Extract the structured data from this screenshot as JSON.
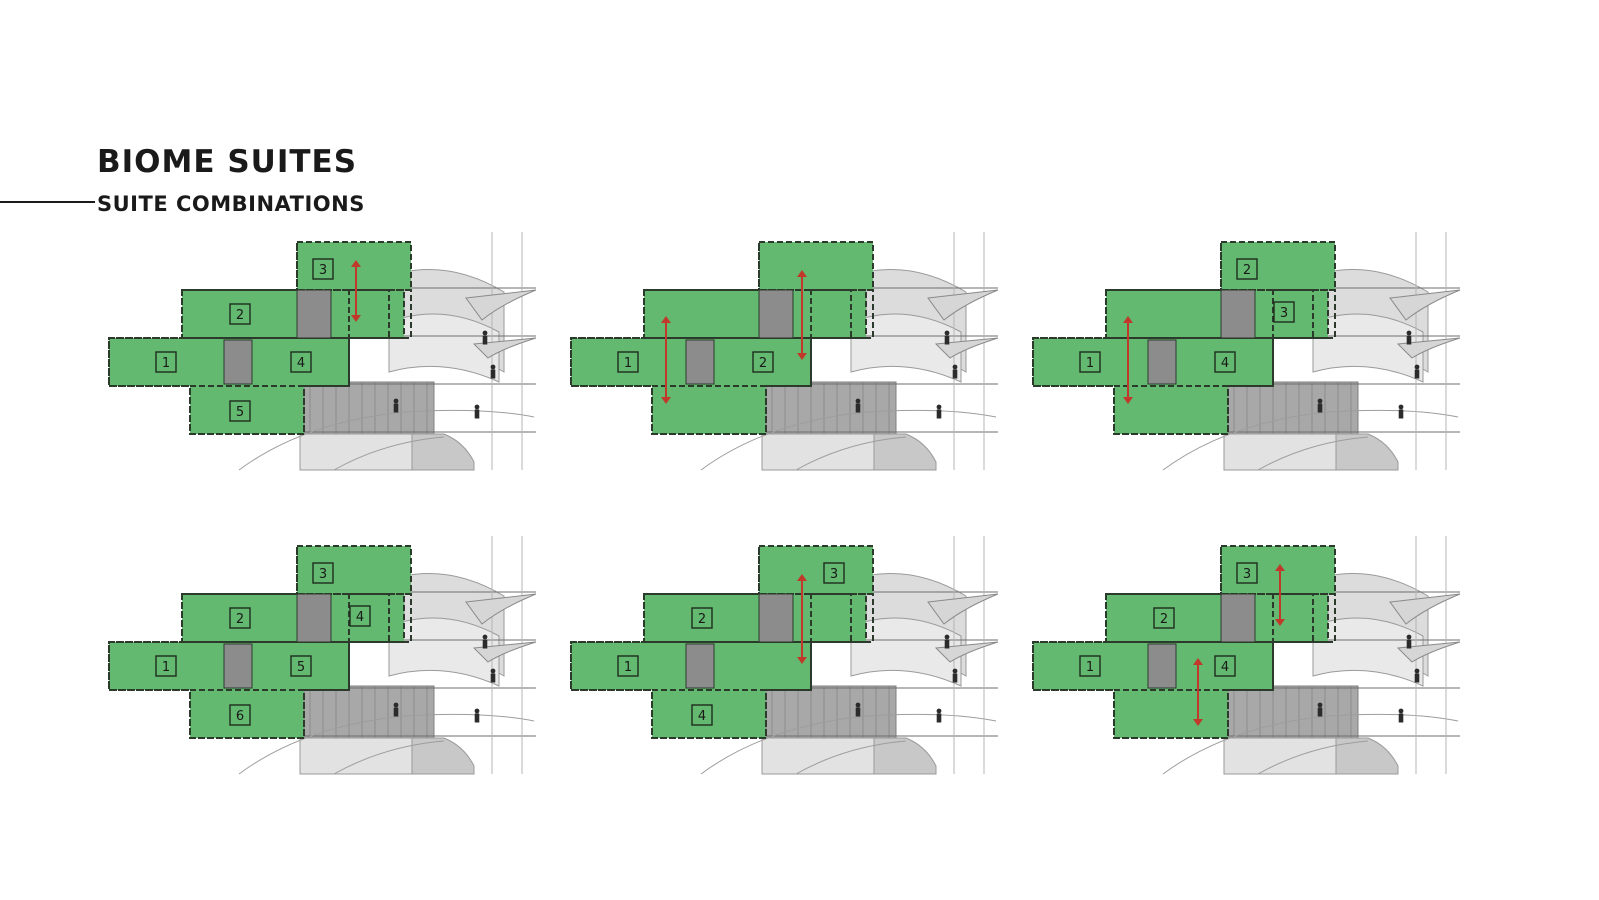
{
  "header": {
    "title": "BIOME SUITES",
    "subtitle": "SUITE COMBINATIONS"
  },
  "colors": {
    "suite_green": "#63b96f",
    "suite_outline": "#2b3a2b",
    "core_gray": "#8c8c8c",
    "arrow_red": "#c0392b",
    "building_gray": "#d4d4d4"
  },
  "combinations": [
    {
      "labels": [
        {
          "block": "A",
          "text": "3"
        },
        {
          "block": "B",
          "text": "2"
        },
        {
          "block": "C",
          "text": "1"
        },
        {
          "block": "D",
          "text": "4"
        },
        {
          "block": "E",
          "text": "5"
        }
      ],
      "arrows": [
        "topRight"
      ]
    },
    {
      "labels": [
        {
          "block": "C",
          "text": "1"
        },
        {
          "block": "D",
          "text": "2"
        }
      ],
      "arrows": [
        "leftTall",
        "rightTall"
      ]
    },
    {
      "labels": [
        {
          "block": "A",
          "text": "2"
        },
        {
          "block": "F",
          "text": "3"
        },
        {
          "block": "C",
          "text": "1"
        },
        {
          "block": "D",
          "text": "4"
        }
      ],
      "arrows": [
        "leftTall"
      ]
    },
    {
      "labels": [
        {
          "block": "A",
          "text": "3"
        },
        {
          "block": "B",
          "text": "2"
        },
        {
          "block": "F",
          "text": "4"
        },
        {
          "block": "C",
          "text": "1"
        },
        {
          "block": "D",
          "text": "5"
        },
        {
          "block": "E",
          "text": "6"
        }
      ],
      "arrows": []
    },
    {
      "labels": [
        {
          "block": "Aright",
          "text": "3"
        },
        {
          "block": "B",
          "text": "2"
        },
        {
          "block": "C",
          "text": "1"
        },
        {
          "block": "E",
          "text": "4"
        }
      ],
      "arrows": [
        "rightTall"
      ]
    },
    {
      "labels": [
        {
          "block": "A",
          "text": "3"
        },
        {
          "block": "B",
          "text": "2"
        },
        {
          "block": "C",
          "text": "1"
        },
        {
          "block": "D",
          "text": "4"
        }
      ],
      "arrows": [
        "topRight",
        "lowMid"
      ]
    }
  ]
}
